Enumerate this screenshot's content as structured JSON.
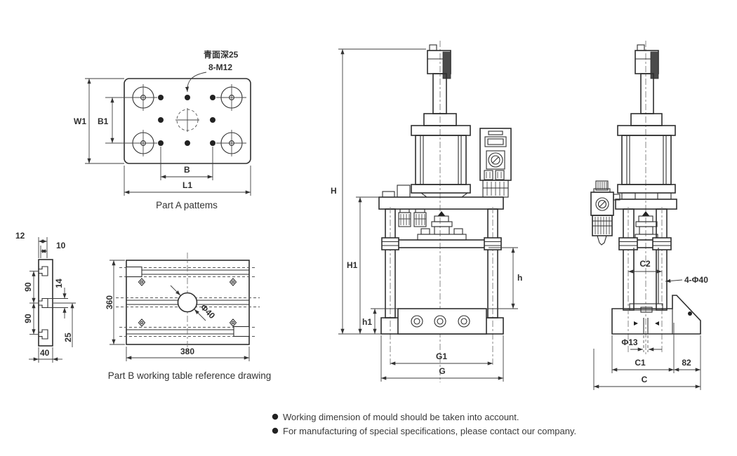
{
  "part_a": {
    "caption": "Part A pattems",
    "note_line1": "青面深25",
    "note_line2": "8-M12",
    "dim_w1": "W1",
    "dim_b1": "B1",
    "dim_b": "B",
    "dim_l1": "L1"
  },
  "part_b": {
    "caption": "Part B working table reference drawing",
    "profile": {
      "dim_12": "12",
      "dim_10": "10",
      "dim_90a": "90",
      "dim_14": "14",
      "dim_90b": "90",
      "dim_25": "25",
      "dim_40": "40"
    },
    "top_view": {
      "dim_360": "360",
      "dim_380": "380",
      "dim_hole": "Φ40"
    }
  },
  "front_view": {
    "dim_H": "H",
    "dim_H1": "H1",
    "dim_h1": "h1",
    "dim_h": "h",
    "dim_G1": "G1",
    "dim_G": "G"
  },
  "side_view": {
    "dim_C2": "C2",
    "dim_columns": "4-Φ40",
    "dim_slot": "Φ13",
    "dim_C1": "C1",
    "dim_82": "82",
    "dim_C": "C"
  },
  "notes": {
    "line1": "Working dimension of mould should be taken into account.",
    "line2": "For manufacturing of special specifications, please contact our company."
  }
}
